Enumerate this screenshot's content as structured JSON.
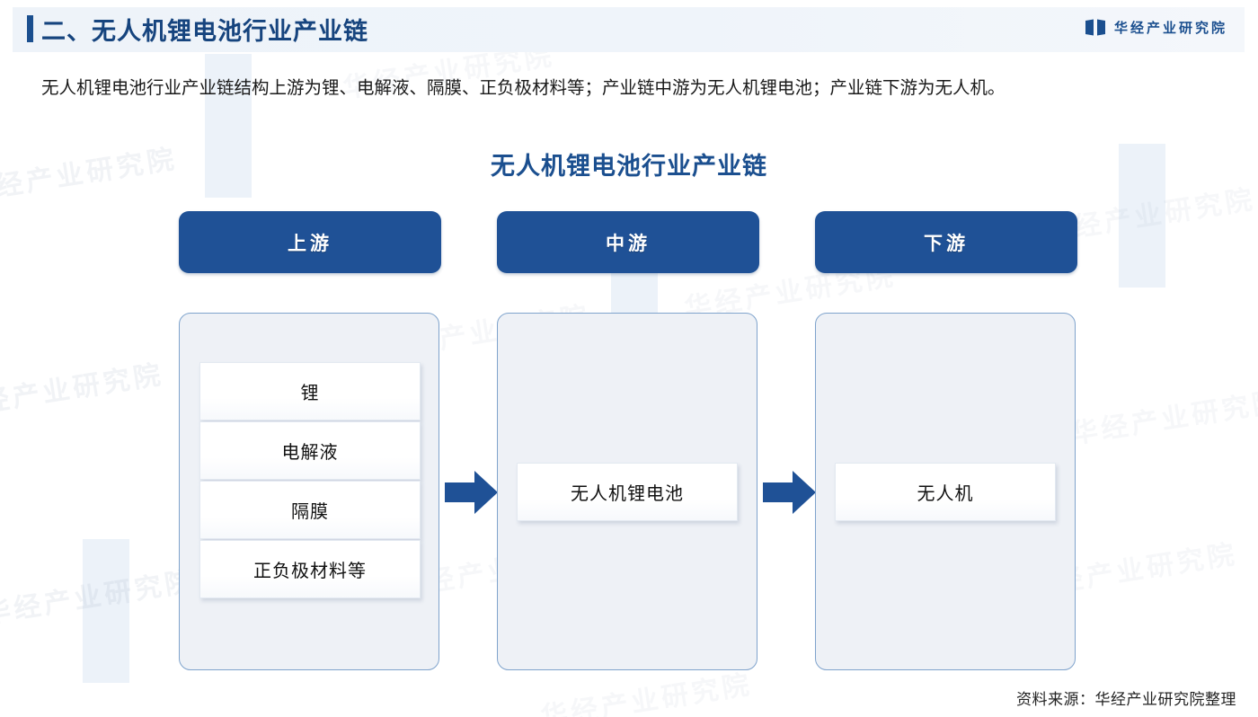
{
  "header": {
    "heading": "二、无人机锂电池行业产业链",
    "brand_name": "华经产业研究院",
    "logo_icon": "open-book-icon",
    "accent_color": "#1b4f8f"
  },
  "intro": {
    "paragraph": "无人机锂电池行业产业链结构上游为锂、电解液、隔膜、正负极材料等；产业链中游为无人机锂电池；产业链下游为无人机。"
  },
  "chart_data": {
    "type": "diagram",
    "title": "无人机锂电池行业产业链",
    "columns": [
      {
        "id": "upstream",
        "header": "上游",
        "items": [
          "锂",
          "电解液",
          "隔膜",
          "正负极材料等"
        ]
      },
      {
        "id": "midstream",
        "header": "中游",
        "items": [
          "无人机锂电池"
        ]
      },
      {
        "id": "downstream",
        "header": "下游",
        "items": [
          "无人机"
        ]
      }
    ],
    "arrows": [
      {
        "from": "upstream",
        "to": "midstream",
        "direction": "right"
      },
      {
        "from": "midstream",
        "to": "downstream",
        "direction": "right"
      }
    ],
    "colors": {
      "header_box": "#1f5196",
      "body_fill": "#eef1f6",
      "body_border": "#7fa3cc",
      "arrow": "#1f5196",
      "title": "#1b4f8f"
    }
  },
  "footer": {
    "source": "资料来源：华经产业研究院整理"
  },
  "watermark": {
    "text": "华经产业研究院"
  }
}
